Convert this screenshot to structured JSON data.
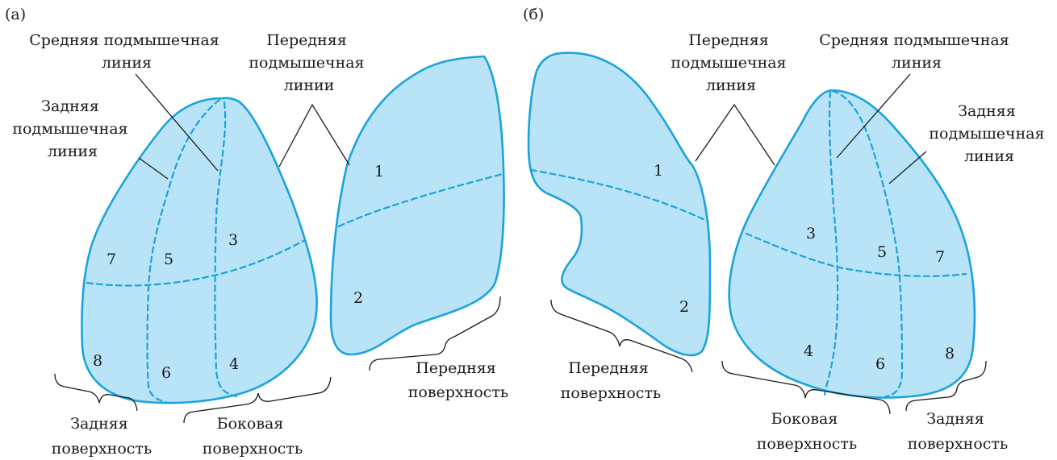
{
  "panels": {
    "a": {
      "tag": "(а)",
      "mid_axillary": [
        "Средняя подмышечная",
        "линия"
      ],
      "ant_axillary": [
        "Передняя",
        "подмышечная",
        "линии"
      ],
      "post_axillary": [
        "Задняя",
        "подмышечная",
        "линия"
      ],
      "posterior_surface": [
        "Задняя",
        "поверхность"
      ],
      "lateral_surface": [
        "Боковая",
        "поверхность"
      ],
      "anterior_surface": [
        "Передняя",
        "поверхность"
      ],
      "segments": [
        "1",
        "2",
        "3",
        "4",
        "5",
        "6",
        "7",
        "8"
      ]
    },
    "b": {
      "tag": "(б)",
      "ant_axillary": [
        "Передняя",
        "подмышечная",
        "линия"
      ],
      "mid_axillary": [
        "Средняя подмышечная",
        "линия"
      ],
      "post_axillary": [
        "Задняя",
        "подмышечная",
        "линия"
      ],
      "anterior_surface": [
        "Передняя",
        "поверхность"
      ],
      "lateral_surface": [
        "Боковая",
        "поверхность"
      ],
      "posterior_surface": [
        "Задняя",
        "поверхность"
      ],
      "segments": [
        "1",
        "2",
        "3",
        "4",
        "5",
        "6",
        "7",
        "8"
      ]
    }
  }
}
